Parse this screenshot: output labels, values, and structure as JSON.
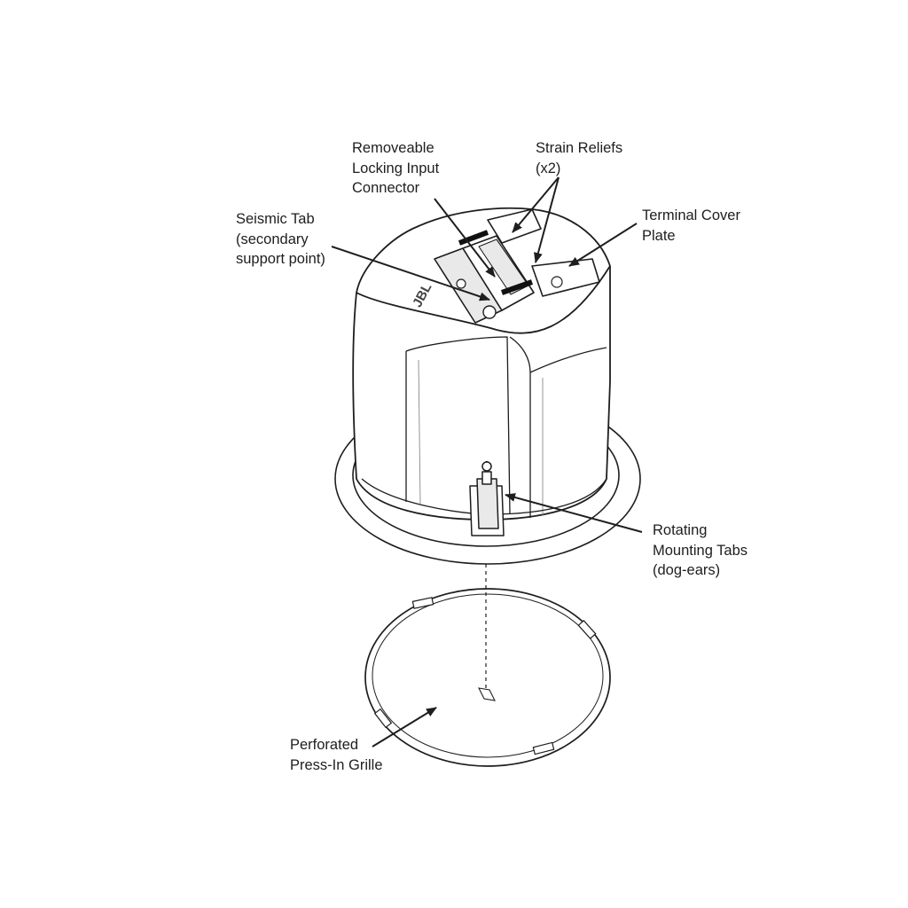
{
  "brand_mark": "JBL",
  "callouts": {
    "connector": {
      "lines": [
        "Removeable",
        "Locking Input",
        "Connector"
      ]
    },
    "strain": {
      "lines": [
        "Strain Reliefs",
        "(x2)"
      ]
    },
    "terminal": {
      "lines": [
        "Terminal Cover",
        "Plate"
      ]
    },
    "seismic": {
      "lines": [
        "Seismic Tab",
        "(secondary",
        "support point)"
      ]
    },
    "rotating": {
      "lines": [
        "Rotating",
        "Mounting Tabs",
        "(dog-ears)"
      ]
    },
    "grille": {
      "lines": [
        "Perforated",
        "Press-In Grille"
      ]
    }
  },
  "colors": {
    "line": "#1e1e1e",
    "fill": "#ffffff",
    "shade": "#e9e9e9"
  }
}
